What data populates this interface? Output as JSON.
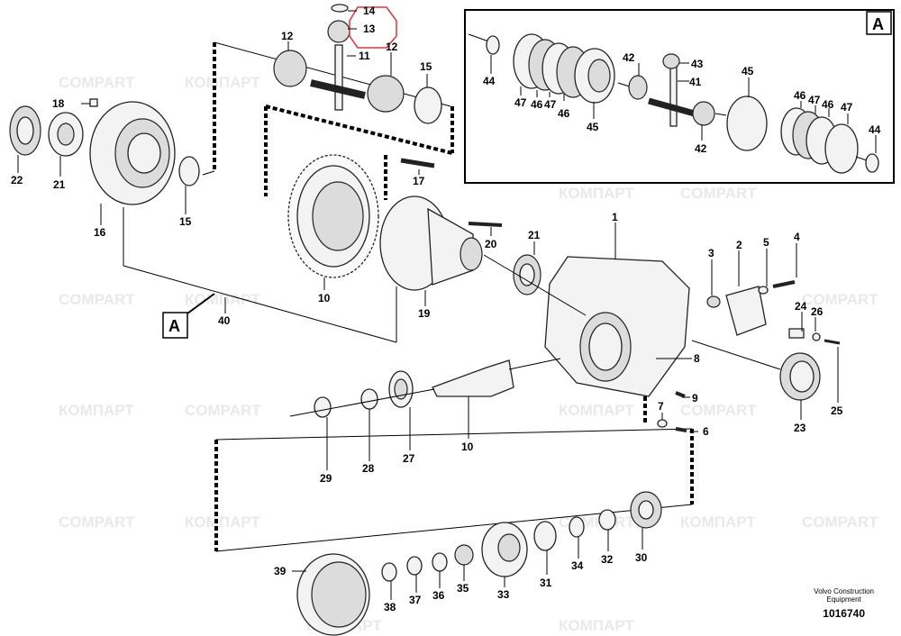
{
  "watermark": {
    "text_latin": "COMPART",
    "text_cyrillic": "КОМПАРТ"
  },
  "detail_view": {
    "marker": "A"
  },
  "main_marker": "A",
  "callouts": {
    "c1": "1",
    "c2": "2",
    "c3": "3",
    "c4": "4",
    "c5": "5",
    "c6": "6",
    "c7": "7",
    "c8": "8",
    "c9": "9",
    "c10a": "10",
    "c10b": "10",
    "c11": "11",
    "c12a": "12",
    "c12b": "12",
    "c13": "13",
    "c14": "14",
    "c15a": "15",
    "c15b": "15",
    "c16": "16",
    "c17": "17",
    "c18": "18",
    "c19": "19",
    "c20": "20",
    "c21a": "21",
    "c21b": "21",
    "c22": "22",
    "c23": "23",
    "c24": "24",
    "c25": "25",
    "c26": "26",
    "c27": "27",
    "c28": "28",
    "c29": "29",
    "c30": "30",
    "c31": "31",
    "c32": "32",
    "c33": "33",
    "c34": "34",
    "c35": "35",
    "c36": "36",
    "c37": "37",
    "c38": "38",
    "c39": "39",
    "c40": "40"
  },
  "detail_callouts": {
    "d44a": "44",
    "d47a": "47",
    "d46a": "46",
    "d47b": "47",
    "d46b": "46",
    "d45a": "45",
    "d42a": "42",
    "d43": "43",
    "d41": "41",
    "d42b": "42",
    "d45b": "45",
    "d46c": "46",
    "d47c": "47",
    "d46d": "46",
    "d47d": "47",
    "d44b": "44"
  },
  "footer": {
    "caption_line1": "Volvo Construction",
    "caption_line2": "Equipment",
    "drawing_number": "1016740"
  },
  "colors": {
    "highlight": "#e0323c",
    "ink": "#000000",
    "watermark": "#e9e9e9"
  }
}
